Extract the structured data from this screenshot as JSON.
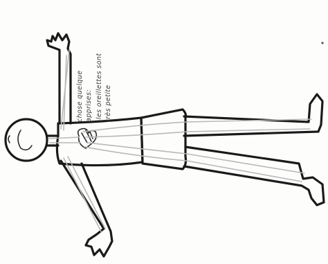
{
  "annotation": {
    "lines": [
      "chose quelque",
      "apprises:",
      "-les oreillettes sont",
      "très petite"
    ]
  },
  "colors": {
    "ink": "#1a1a1a",
    "vessels": "#b8b8b8",
    "paper": "#fdfdfc"
  }
}
